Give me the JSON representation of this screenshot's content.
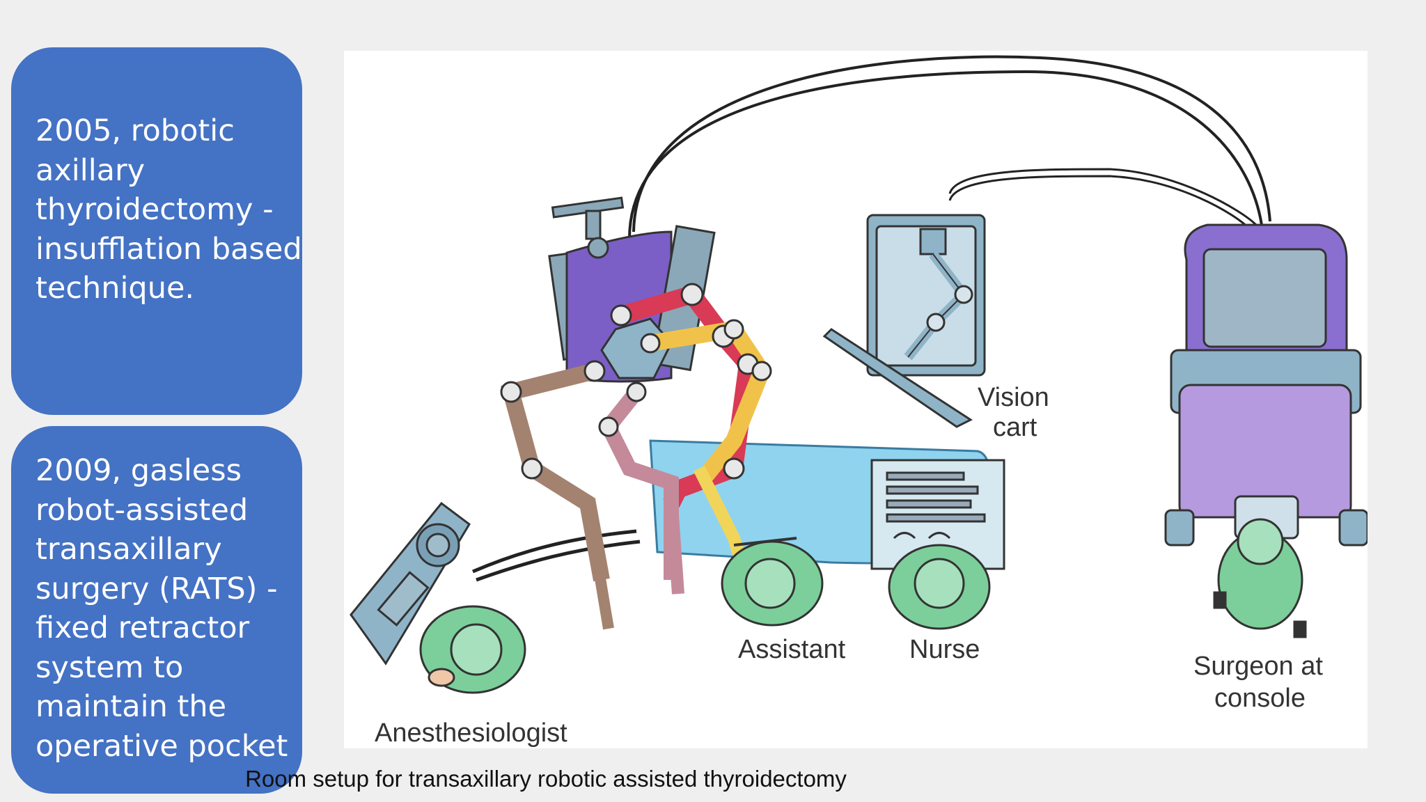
{
  "cards": [
    {
      "text": "2005, robotic axillary thyroidectomy - insufflation based technique."
    },
    {
      "text": "2009, gasless robot-assisted transaxillary surgery (RATS) - fixed retractor system to maintain the operative pocket"
    }
  ],
  "figure": {
    "labels": {
      "vision_line1": "Vision",
      "vision_line2": "cart",
      "assistant": "Assistant",
      "nurse": "Nurse",
      "surgeon_line1": "Surgeon at",
      "surgeon_line2": "console",
      "anesthesiologist": "Anesthesiologist"
    }
  },
  "caption": "Room setup for transaxillary robotic assisted thyroidectomy"
}
